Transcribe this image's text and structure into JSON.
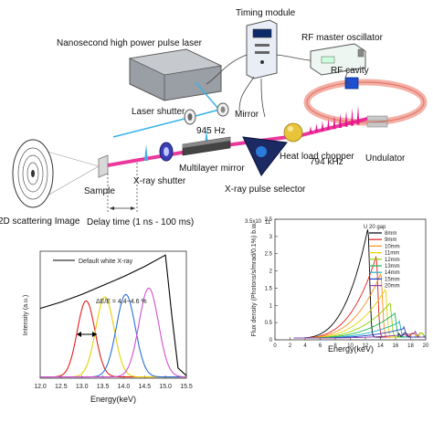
{
  "diagram": {
    "labels": {
      "timing_module": "Timing module",
      "laser": "Nanosecond high power pulse laser",
      "rf_osc": "RF master oscillator",
      "rf_cavity": "RF cavity",
      "laser_shutter": "Laser shutter",
      "mirror": "Mirror",
      "freq_945": "945 Hz",
      "freq_794": "794 kHz",
      "undulator": "Undulator",
      "heat_chopper": "Heat load chopper",
      "multilayer": "Multilayer mirror",
      "sample": "Sample",
      "xray_shutter": "X-ray shutter",
      "pulse_selector": "X-ray pulse selector",
      "scattering": "2D scattering Image",
      "delay": "Delay time  (1 ns - 100 ms)"
    }
  },
  "chart_data": [
    {
      "type": "line",
      "xlabel": "Energy(keV)",
      "ylabel": "Intensity (a.u.)",
      "xlim": [
        12.0,
        15.5
      ],
      "xticks": [
        "12.0",
        "12.5",
        "13.0",
        "13.5",
        "14.0",
        "14.5",
        "15.0",
        "15.5"
      ],
      "legend": "Default white X-ray",
      "annotation": "ΔE/E = 4.4~4.6 %",
      "series": [
        {
          "color": "#000000",
          "x": [
            12.0,
            12.5,
            13.0,
            13.5,
            14.0,
            14.5,
            15.0,
            15.15,
            15.3,
            15.5
          ],
          "y": [
            0.55,
            0.6,
            0.66,
            0.73,
            0.8,
            0.88,
            0.97,
            0.5,
            0.08,
            0.02
          ]
        },
        {
          "color": "#e0201a",
          "peak": 13.1,
          "height": 0.6,
          "width": 0.3
        },
        {
          "color": "#e8d000",
          "peak": 13.55,
          "height": 0.63,
          "width": 0.31
        },
        {
          "color": "#2a6fd6",
          "peak": 14.05,
          "height": 0.65,
          "width": 0.32
        },
        {
          "color": "#d050d0",
          "peak": 14.6,
          "height": 0.7,
          "width": 0.33
        }
      ]
    },
    {
      "type": "line",
      "xlabel": "Energy(keV)",
      "ylabel": "Flux density (Photons/s/mrad/0.1%) b.w.",
      "xlim": [
        0,
        20
      ],
      "ylim": [
        0,
        3.5
      ],
      "yscale_label": "3.5x10",
      "xticks": [
        "0",
        "2",
        "4",
        "6",
        "8",
        "10",
        "12",
        "14",
        "16",
        "18",
        "20"
      ],
      "yticks": [
        "0",
        "0.5",
        "1",
        "1.5",
        "2",
        "2.5",
        "3",
        "3.5"
      ],
      "legend_title": "U 20 gap",
      "series": [
        {
          "name": "8mm",
          "color": "#000000",
          "peak": 12.3,
          "height": 3.2
        },
        {
          "name": "9mm",
          "color": "#e0201a",
          "peak": 13.4,
          "height": 2.4
        },
        {
          "name": "10mm",
          "color": "#ff8c1a",
          "peak": 14.0,
          "height": 1.9
        },
        {
          "name": "11mm",
          "color": "#e8d000",
          "peak": 14.6,
          "height": 1.45
        },
        {
          "name": "12mm",
          "color": "#8bd000",
          "peak": 15.2,
          "height": 1.05
        },
        {
          "name": "13mm",
          "color": "#18b24a",
          "peak": 15.8,
          "height": 0.75
        },
        {
          "name": "14mm",
          "color": "#1ab0c8",
          "peak": 16.4,
          "height": 0.5
        },
        {
          "name": "15mm",
          "color": "#2040c0",
          "peak": 17.0,
          "height": 0.32
        },
        {
          "name": "20mm",
          "color": "#9040b0",
          "peak": 18.5,
          "height": 0.18
        }
      ]
    }
  ]
}
